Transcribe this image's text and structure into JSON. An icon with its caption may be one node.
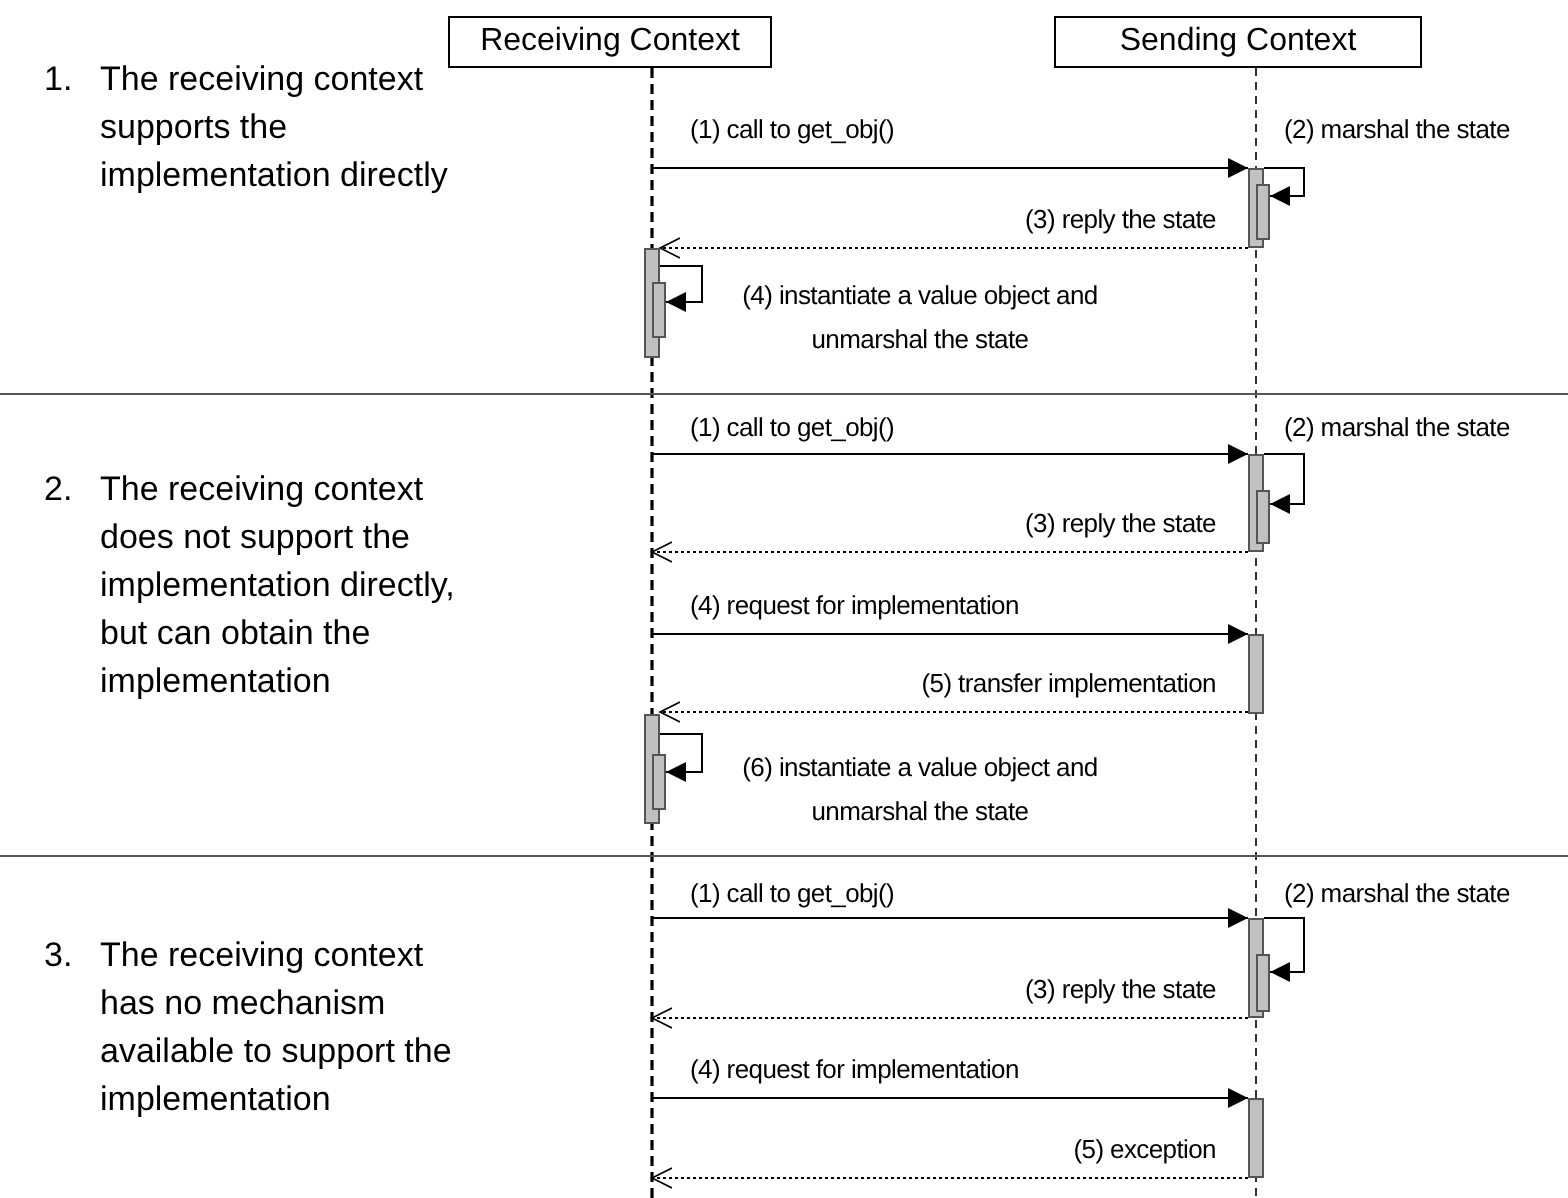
{
  "diagram": {
    "nodes": [
      {
        "text": [
          "Receiving Context"
        ]
      },
      {
        "text": [
          "Sending Context"
        ]
      },
      {
        "text": [],
        "shape": "bar"
      },
      {
        "text": [],
        "shape": "bar"
      },
      {
        "text": [],
        "shape": "bar"
      },
      {
        "text": [],
        "shape": "bar"
      },
      {
        "text": [],
        "shape": "bar"
      },
      {
        "text": [],
        "shape": "bar"
      },
      {
        "text": [],
        "shape": "bar"
      },
      {
        "text": [],
        "shape": "bar"
      },
      {
        "text": [],
        "shape": "bar"
      },
      {
        "text": [],
        "shape": "bar"
      },
      {
        "text": [],
        "shape": "bar"
      },
      {
        "text": [],
        "shape": "bar"
      }
    ],
    "edges": [
      {
        "from": null,
        "to": 2,
        "arrow": "to",
        "label": "(1) call to get_obj()"
      },
      {
        "from": 2,
        "to": 3,
        "arrow": "to",
        "label": "(2) marshal the state"
      },
      {
        "from": 2,
        "to": 4,
        "arrow": "to",
        "label": "(3) reply the state",
        "style": "dashed"
      },
      {
        "from": 4,
        "to": 5,
        "arrow": "to",
        "label": "(4) instantiate a value object and unmarshal the state"
      },
      {
        "from": null,
        "to": 6,
        "arrow": "to",
        "label": "(1) call to get_obj()"
      },
      {
        "from": 6,
        "to": 7,
        "arrow": "to",
        "label": "(2) marshal the state"
      },
      {
        "from": 6,
        "to": null,
        "arrow": "to",
        "label": "(3) reply the state",
        "style": "dashed"
      },
      {
        "from": null,
        "to": 8,
        "arrow": "to",
        "label": "(4) request for implementation"
      },
      {
        "from": 8,
        "to": 9,
        "arrow": "to",
        "label": "(5) transfer implementation",
        "style": "dashed"
      },
      {
        "from": 9,
        "to": 10,
        "arrow": "to",
        "label": "(6) instantiate a value object and unmarshal the state"
      },
      {
        "from": null,
        "to": 11,
        "arrow": "to",
        "label": "(1) call to get_obj()"
      },
      {
        "from": 11,
        "to": 12,
        "arrow": "to",
        "label": "(2) marshal the state"
      },
      {
        "from": 11,
        "to": null,
        "arrow": "to",
        "label": "(3) reply the state",
        "style": "dashed"
      },
      {
        "from": null,
        "to": 13,
        "arrow": "to",
        "label": "(4) request for implementation"
      },
      {
        "from": 13,
        "to": null,
        "arrow": "to",
        "label": "(5) exception",
        "style": "dashed"
      }
    ],
    "labels": [
      "1.",
      "The receiving context supports the implementation directly",
      "2.",
      "The receiving context does not support the implementation directly, but can obtain the implementation",
      "3.",
      "The receiving context has no mechanism available to support the implementation"
    ]
  }
}
